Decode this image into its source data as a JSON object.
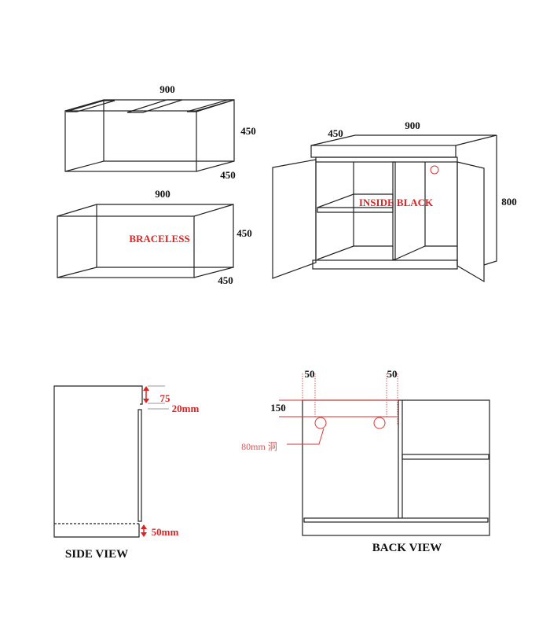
{
  "tank_braced": {
    "width": "900",
    "height": "450",
    "depth": "450"
  },
  "tank_braceless": {
    "width": "900",
    "height": "450",
    "depth": "450",
    "label": "BRACELESS"
  },
  "cabinet": {
    "depth": "450",
    "width": "900",
    "height": "800",
    "label": "INSIDE BLACK"
  },
  "side_view": {
    "title": "SIDE VIEW",
    "dim_top": "75",
    "dim_gap": "20mm",
    "dim_bottom": "50mm"
  },
  "back_view": {
    "title": "BACK VIEW",
    "dim_left": "50",
    "dim_right": "50",
    "dim_down": "150",
    "hole_label": "80mm 洞"
  },
  "colors": {
    "annotation": "#dd2222",
    "lines": "#222222"
  }
}
